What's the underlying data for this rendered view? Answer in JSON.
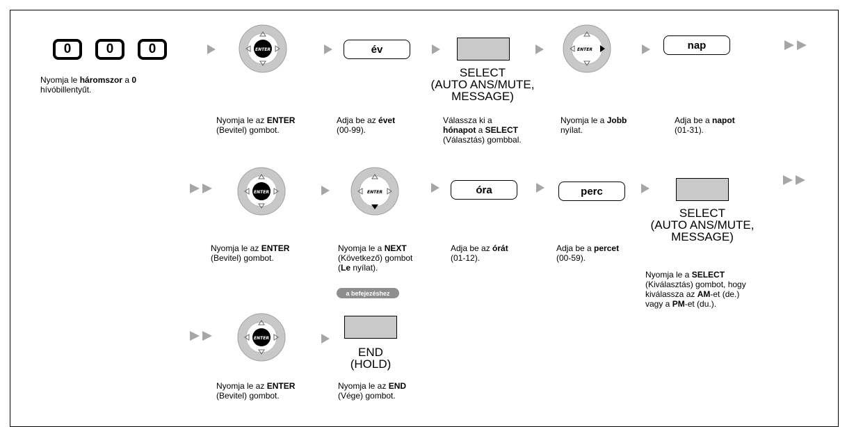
{
  "dial_keys": [
    "0",
    "0",
    "0"
  ],
  "entry_fields": {
    "year": "év",
    "day": "nap",
    "hour": "óra",
    "minute": "perc"
  },
  "enter_label": "ENTER",
  "select_button": {
    "line1": "SELECT",
    "line2": "(AUTO ANS/MUTE,",
    "line3": "MESSAGE)"
  },
  "end_button": {
    "line1": "END",
    "line2": "(HOLD)"
  },
  "finish_badge": "a befejezéshez",
  "captions": {
    "press_zero": {
      "a": "Nyomja le ",
      "b": "háromszor",
      "c": " a ",
      "d": "0",
      "e": "hívóbillentyűt."
    },
    "press_enter": {
      "a": "Nyomja le az ",
      "b": "ENTER",
      "c": "(Bevitel) gombot."
    },
    "enter_year": {
      "a": "Adja be az ",
      "b": "évet",
      "c": "(00-99)."
    },
    "select_month": {
      "a": "Válassza ki a",
      "b": "hónapot",
      "c": " a ",
      "d": "SELECT",
      "e": "(Választás) gombbal."
    },
    "press_right": {
      "a": "Nyomja le a ",
      "b": "Jobb",
      "c": "nyílat."
    },
    "enter_day": {
      "a": "Adja be a ",
      "b": "napot",
      "c": "(01-31)."
    },
    "press_enter_2": {
      "a": "Nyomja le az ",
      "b": "ENTER",
      "c": "(Bevitel) gombot."
    },
    "press_next": {
      "a": "Nyomja le a ",
      "b": "NEXT",
      "c": "(Következő) gombot",
      "d": "(",
      "e": "Le",
      "f": " nyílat)."
    },
    "enter_hour": {
      "a": "Adja be az ",
      "b": "órát",
      "c": "(01-12)."
    },
    "enter_minute": {
      "a": "Adja be a ",
      "b": "percet",
      "c": "(00-59)."
    },
    "press_select_ampm": {
      "a": "Nyomja le a ",
      "b": "SELECT",
      "c": "(Kiválasztás) gombot, hogy",
      "d": "kiválassza az ",
      "e": "AM",
      "f": "-et (de.)",
      "g": "vagy a ",
      "h": "PM",
      "i": "-et (du.)."
    },
    "press_enter_3": {
      "a": "Nyomja le az ",
      "b": "ENTER",
      "c": "(Bevitel) gombot."
    },
    "press_end": {
      "a": "Nyomja le az ",
      "b": "END",
      "c": "(Vége) gombot."
    }
  },
  "colors": {
    "button_gray": "#c9c9c9",
    "navigator_ring": "#c8c8c8",
    "arrow_gray": "#a6a6a6",
    "badge_gray": "#8e8e8e"
  }
}
